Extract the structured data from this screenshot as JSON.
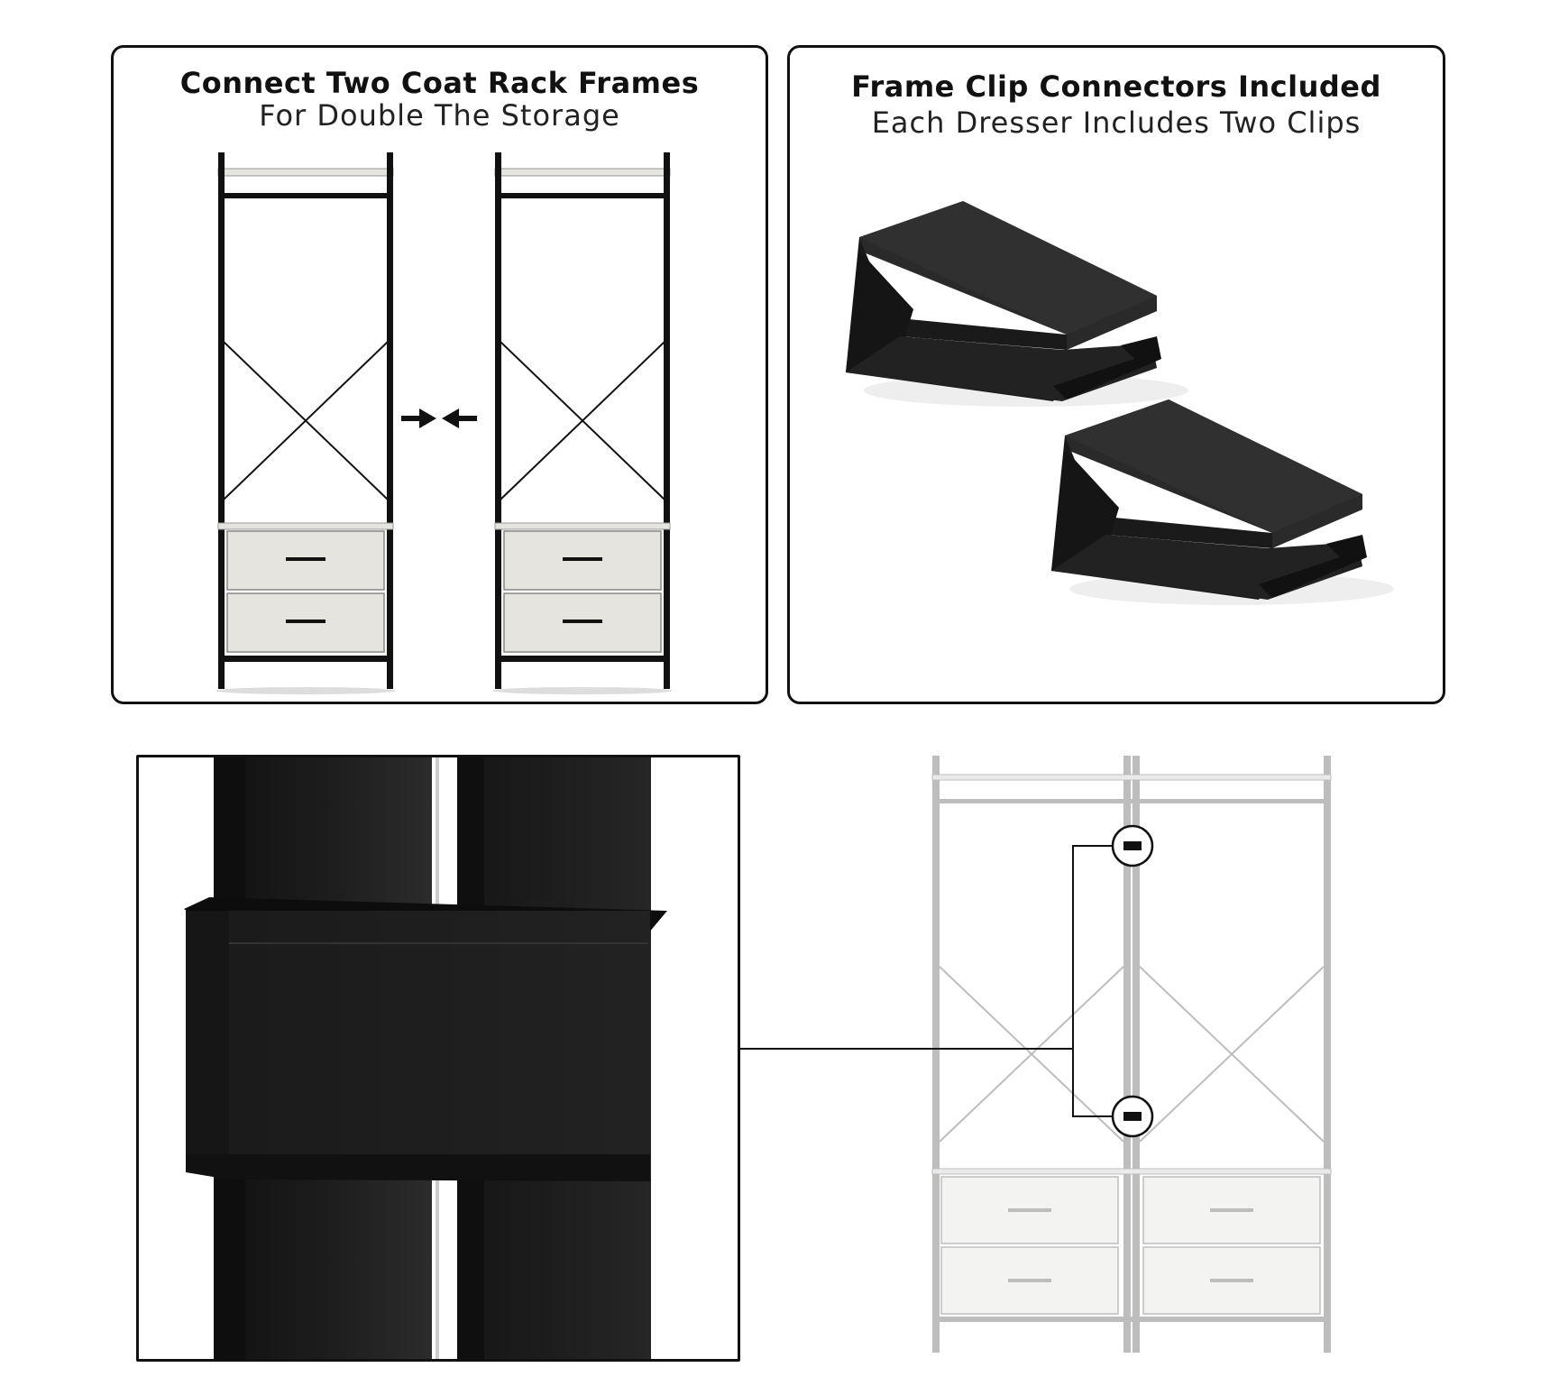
{
  "panels": {
    "connect": {
      "title": "Connect Two Coat Rack Frames",
      "subtitle": "For Double The Storage"
    },
    "clips": {
      "title": "Frame Clip Connectors Included",
      "subtitle": "Each Dresser Includes Two Clips"
    }
  },
  "colors": {
    "frame": "#111111",
    "wood": "#e6e4df",
    "ghost_frame": "#bdbdbd",
    "clip": "#1c1c1c"
  },
  "icons": [
    "arrow-right-icon",
    "arrow-left-icon",
    "clip-marker-icon"
  ]
}
